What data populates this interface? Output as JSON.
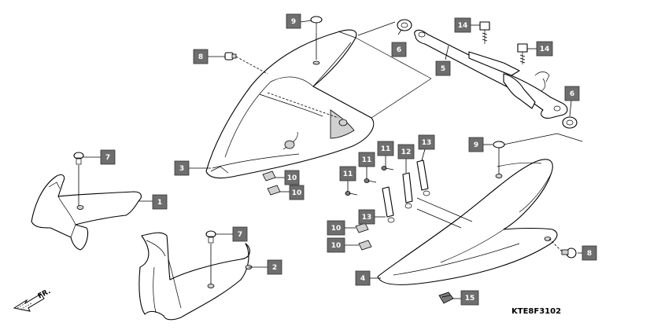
{
  "diagram": {
    "code": "KTE8F3102",
    "direction_label": "FR."
  },
  "callouts": [
    {
      "id": "c9a",
      "label": "9"
    },
    {
      "id": "c8a",
      "label": "8"
    },
    {
      "id": "c3",
      "label": "3"
    },
    {
      "id": "c10a",
      "label": "10"
    },
    {
      "id": "c10b",
      "label": "10"
    },
    {
      "id": "c7a",
      "label": "7"
    },
    {
      "id": "c1",
      "label": "1"
    },
    {
      "id": "c7b",
      "label": "7"
    },
    {
      "id": "c2",
      "label": "2"
    },
    {
      "id": "c6a",
      "label": "6"
    },
    {
      "id": "c14a",
      "label": "14"
    },
    {
      "id": "c5",
      "label": "5"
    },
    {
      "id": "c14b",
      "label": "14"
    },
    {
      "id": "c6b",
      "label": "6"
    },
    {
      "id": "c9b",
      "label": "9"
    },
    {
      "id": "c11a",
      "label": "11"
    },
    {
      "id": "c12",
      "label": "12"
    },
    {
      "id": "c13a",
      "label": "13"
    },
    {
      "id": "c11b",
      "label": "11"
    },
    {
      "id": "c11c",
      "label": "11"
    },
    {
      "id": "c13b",
      "label": "13"
    },
    {
      "id": "c10c",
      "label": "10"
    },
    {
      "id": "c10d",
      "label": "10"
    },
    {
      "id": "c4",
      "label": "4"
    },
    {
      "id": "c8b",
      "label": "8"
    },
    {
      "id": "c15",
      "label": "15"
    }
  ]
}
